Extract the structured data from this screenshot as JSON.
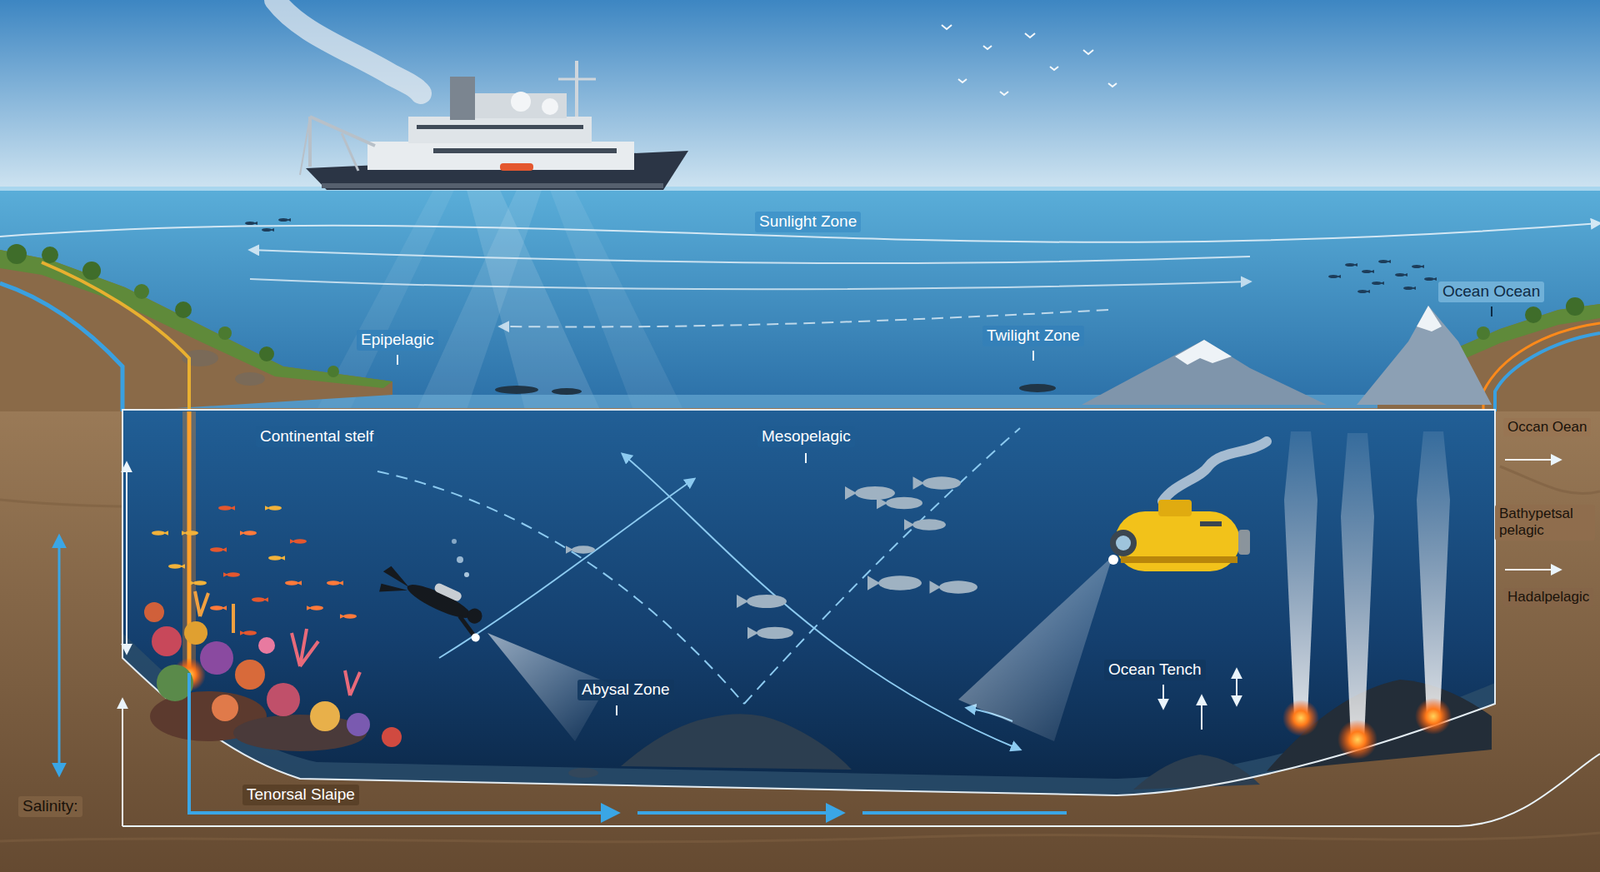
{
  "diagram": {
    "labels": [
      "Sunlight Zone",
      "Ocean Ocean",
      "Epipelagic",
      "Twilight Zone",
      "Continental stelf",
      "Mesopelagic",
      "Occan Oean",
      "Bathypetsal pelagic",
      "Hadalpelagic",
      "Ocean Tench",
      "Abysal Zone",
      "Salinity:",
      "Tenorsal Slaipe"
    ]
  }
}
